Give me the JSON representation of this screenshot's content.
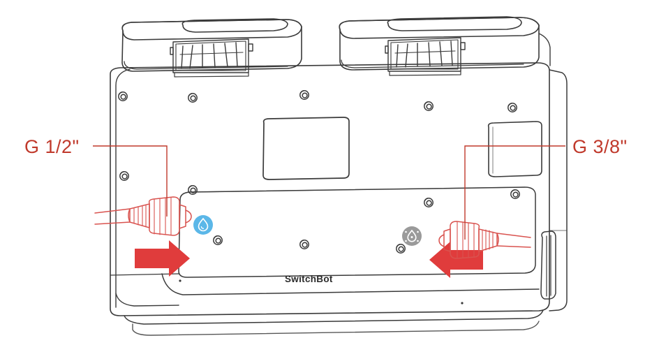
{
  "illustration": {
    "title": "SwitchBot water station rear panel hose connection diagram",
    "brand_text": "SwitchBot",
    "line_color": "#3a3a3a",
    "accent_red": "#C0392B",
    "arrow_red": "#E03C3C",
    "clean_water_badge_color": "#5BB7E8",
    "waste_water_badge_color": "#9a9a9a",
    "background": "#ffffff"
  },
  "callouts": [
    {
      "id": "left",
      "label": "G 1/2\"",
      "icon": "thread-size-label",
      "leader": "horizontal then vertical down to left connector"
    },
    {
      "id": "right",
      "label": "G 3/8\"",
      "icon": "thread-size-label",
      "leader": "horizontal then vertical down to right connector"
    }
  ],
  "ports": [
    {
      "id": "clean-water-inlet",
      "badge_icon": "water-drop-icon",
      "badge_color": "#5BB7E8",
      "thread": "G 1/2\"",
      "flow_direction": "in"
    },
    {
      "id": "waste-water-outlet",
      "badge_icon": "waste-water-drop-icon",
      "badge_color": "#9a9a9a",
      "thread": "G 3/8\"",
      "flow_direction": "out"
    }
  ],
  "arrows": [
    {
      "id": "inlet-arrow",
      "direction": "right",
      "color": "#E03C3C"
    },
    {
      "id": "outlet-arrow",
      "direction": "left",
      "color": "#E03C3C"
    }
  ]
}
